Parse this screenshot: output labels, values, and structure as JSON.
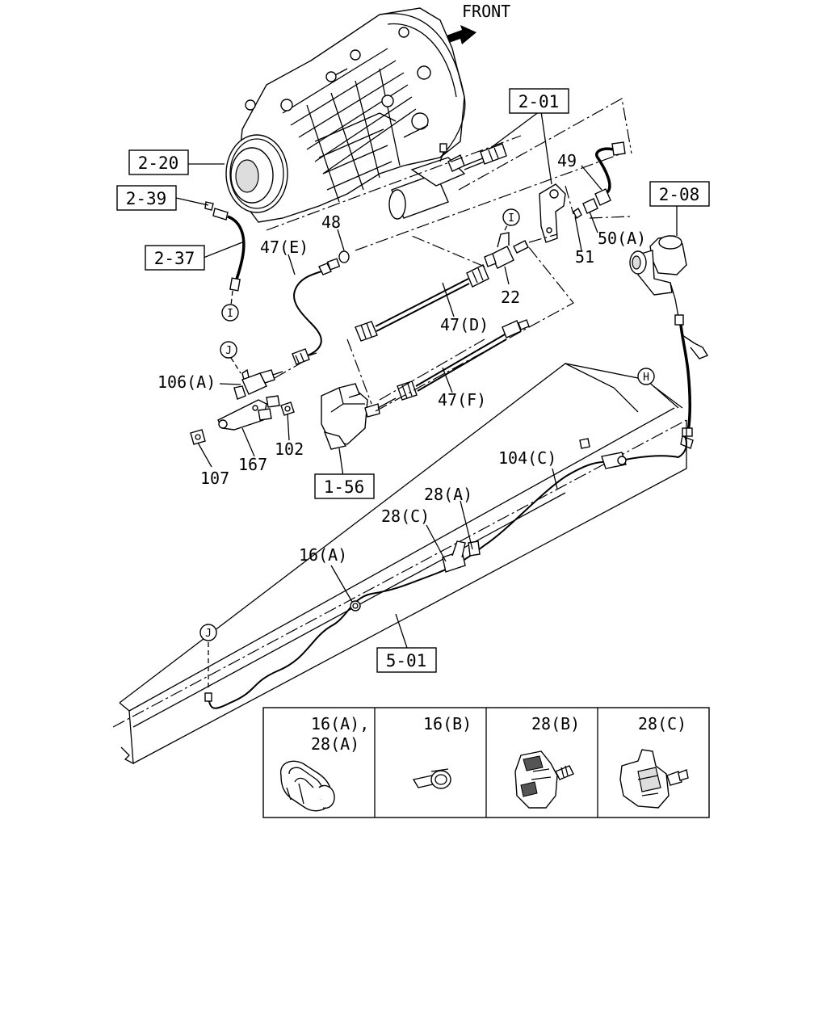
{
  "front_label": "FRONT",
  "ref_boxes": {
    "r_2_20": "2-20",
    "r_2_39": "2-39",
    "r_2_37": "2-37",
    "r_2_01": "2-01",
    "r_2_08": "2-08",
    "r_1_56": "1-56",
    "r_5_01": "5-01"
  },
  "callouts": {
    "c49": "49",
    "c48": "48",
    "c47e": "47(E)",
    "c47d": "47(D)",
    "c47f": "47(F)",
    "c22": "22",
    "c51": "51",
    "c50a": "50(A)",
    "c106a": "106(A)",
    "c102": "102",
    "c107": "107",
    "c167": "167",
    "c104c": "104(C)",
    "c28a": "28(A)",
    "c28c": "28(C)",
    "c16a": "16(A)"
  },
  "connectors": {
    "i_top": "I",
    "i_left": "I",
    "j_left": "J",
    "h_right": "H",
    "j_bottom": "J"
  },
  "inset": {
    "cell1_line1": "16(A),",
    "cell1_line2": "28(A)",
    "cell2": "16(B)",
    "cell3": "28(B)",
    "cell4": "28(C)"
  }
}
